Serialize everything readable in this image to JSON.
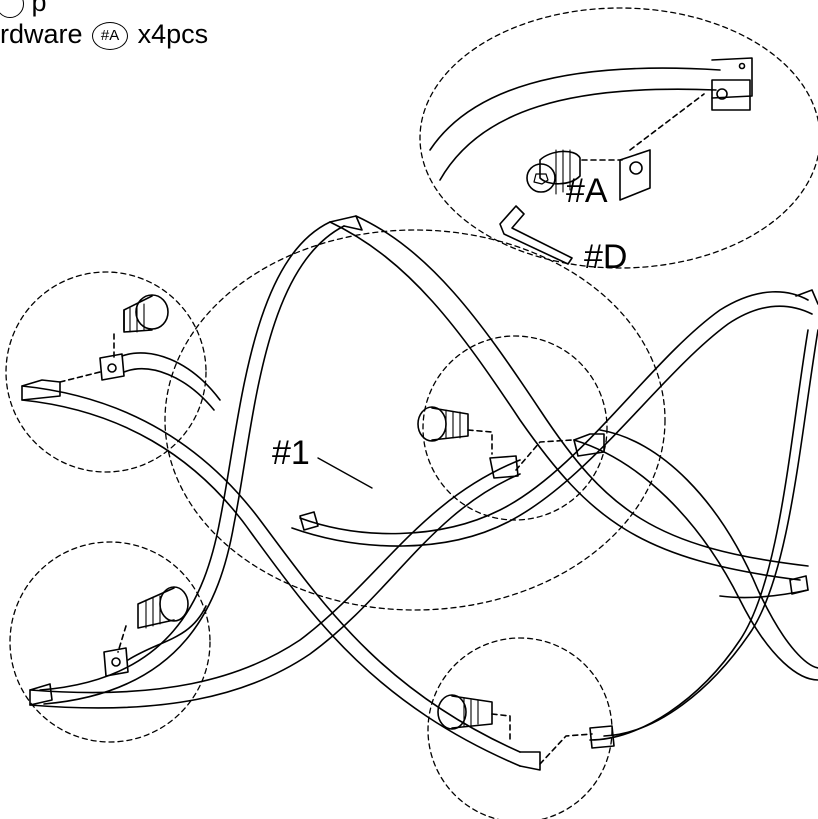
{
  "header": {
    "line1_suffix": "p",
    "line2_prefix": "rdware",
    "line2_ref": "#A",
    "line2_qty": "x4pcs"
  },
  "callouts": {
    "hardware_a": "#A",
    "hex_key": "#D",
    "frame_part": "#1"
  },
  "colors": {
    "ink": "#000000",
    "paper": "#ffffff"
  }
}
